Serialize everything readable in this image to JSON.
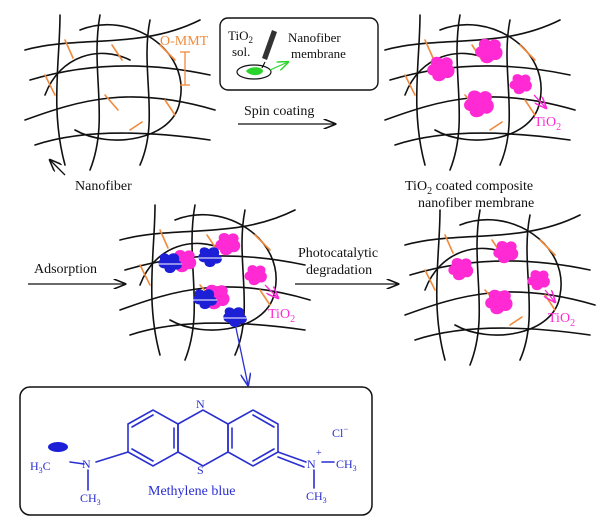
{
  "labels": {
    "ommt": "O-MMT",
    "tio2_sol_a": "TiO",
    "tio2_sol_sub": "2",
    "tio2_sol_b": "sol.",
    "nanofiber_membrane_a": "Nanofiber",
    "nanofiber_membrane_b": "membrane",
    "spin_coating": "Spin coating",
    "nanofiber": "Nanofiber",
    "tio2_label": "TiO",
    "tio2_sub": "2",
    "coated_line1_tail": " coated composite",
    "coated_line2": "nanofiber membrane",
    "adsorption": "Adsorption",
    "photocatalytic": "Photocatalytic",
    "degradation": "degradation",
    "methylene_blue": "Methylene blue",
    "atom_N": "N",
    "atom_S": "S",
    "atom_H3C": "H",
    "atom_H3C_sub": "3",
    "atom_C": "C",
    "atom_CH3": "CH",
    "atom_CH3_sub": "3",
    "plus": "+",
    "cl": "Cl",
    "minus": "−"
  },
  "colors": {
    "fiber": "#111111",
    "ommt": "#f08a3c",
    "tio2": "#ff2ad4",
    "methylene_blue": "#1d1fd6",
    "green_drop": "#2bd42b"
  }
}
